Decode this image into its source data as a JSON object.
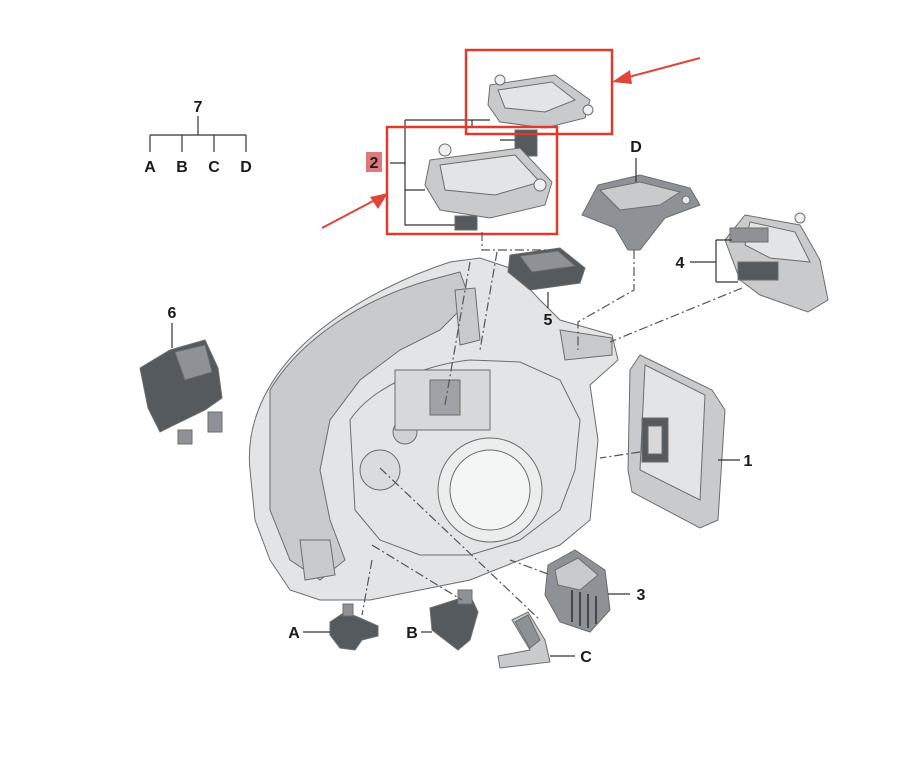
{
  "labels": {
    "p1": "1",
    "p2": "2",
    "p3": "3",
    "p4": "4",
    "p5": "5",
    "p6": "6",
    "p7": "7",
    "tree_a": "A",
    "tree_b": "B",
    "tree_c": "C",
    "tree_d": "D",
    "bracket_a": "A",
    "bracket_b": "B",
    "bracket_c": "C",
    "bracket_d": "D"
  },
  "colors": {
    "highlight_box": "#e03a2f",
    "arrow": "#e0443a",
    "label_2_background": "#e07a7a"
  },
  "icons": [
    "headlight-housing",
    "control-module",
    "led-driver",
    "ballast",
    "bracket"
  ]
}
